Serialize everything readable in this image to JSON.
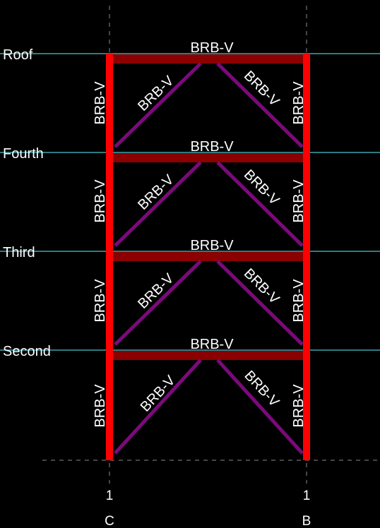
{
  "levels": [
    {
      "name": "Roof"
    },
    {
      "name": "Fourth"
    },
    {
      "name": "Third"
    },
    {
      "name": "Second"
    }
  ],
  "gridlines": [
    {
      "number": "1",
      "letter": "C"
    },
    {
      "number": "1",
      "letter": "B"
    }
  ],
  "section_label": "BRB-V",
  "colors": {
    "background": "#000000",
    "level_line": "#3aa6ad",
    "column": "#ff0000",
    "beam": "#8b0000",
    "brace": "#7b0a7b",
    "grid_dash": "#8a8a8a",
    "text": "#ffffff"
  }
}
